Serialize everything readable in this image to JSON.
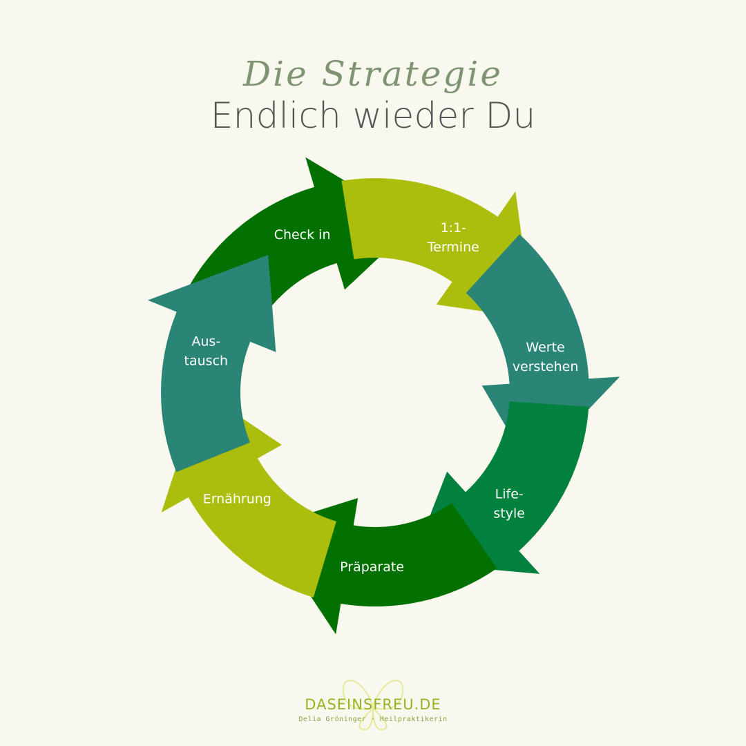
{
  "header": {
    "script_title": "Die Strategie",
    "main_title": "Endlich wieder Du"
  },
  "cycle": {
    "steps": [
      {
        "line1": "1:1-",
        "line2": "Termine",
        "color": "#abbd0d"
      },
      {
        "line1": "Werte",
        "line2": "verstehen",
        "color": "#2a8577"
      },
      {
        "line1": "Life-",
        "line2": "style",
        "color": "#00813e"
      },
      {
        "line1": "Präparate",
        "line2": "",
        "color": "#027101"
      },
      {
        "line1": "Ernährung",
        "line2": "",
        "color": "#abbd0d"
      },
      {
        "line1": "Aus-",
        "line2": "tausch",
        "color": "#2a8577"
      },
      {
        "line1": "Check in",
        "line2": "",
        "color": "#027101"
      }
    ]
  },
  "footer": {
    "brand": "DASEINSFREU.DE",
    "subtitle": "Delia Gröninger · Heilpraktikerin",
    "accent": "#9ab221"
  }
}
